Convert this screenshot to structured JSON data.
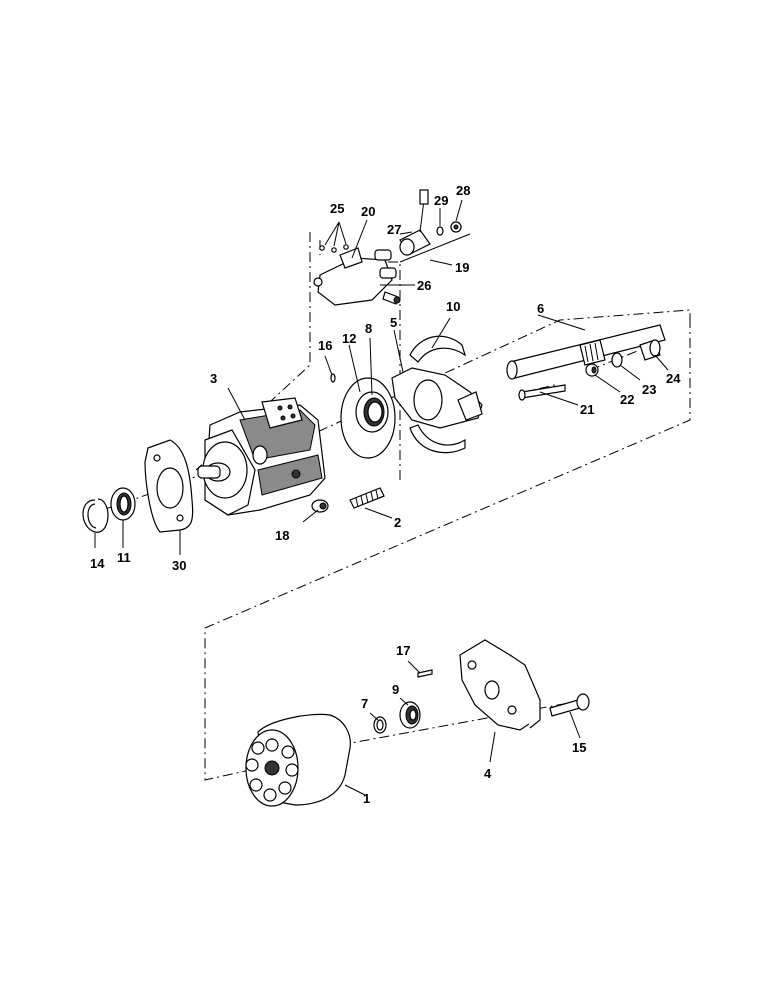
{
  "callouts": {
    "c1": "1",
    "c2": "2",
    "c3": "3",
    "c4": "4",
    "c5": "5",
    "c6": "6",
    "c7": "7",
    "c8": "8",
    "c9": "9",
    "c10": "10",
    "c11": "11",
    "c12": "12",
    "c14": "14",
    "c15": "15",
    "c16": "16",
    "c17": "17",
    "c18": "18",
    "c19": "19",
    "c20": "20",
    "c21": "21",
    "c22": "22",
    "c23": "23",
    "c24": "24",
    "c25": "25",
    "c26": "26",
    "c27": "27",
    "c28": "28",
    "c29": "29",
    "c30": "30"
  }
}
